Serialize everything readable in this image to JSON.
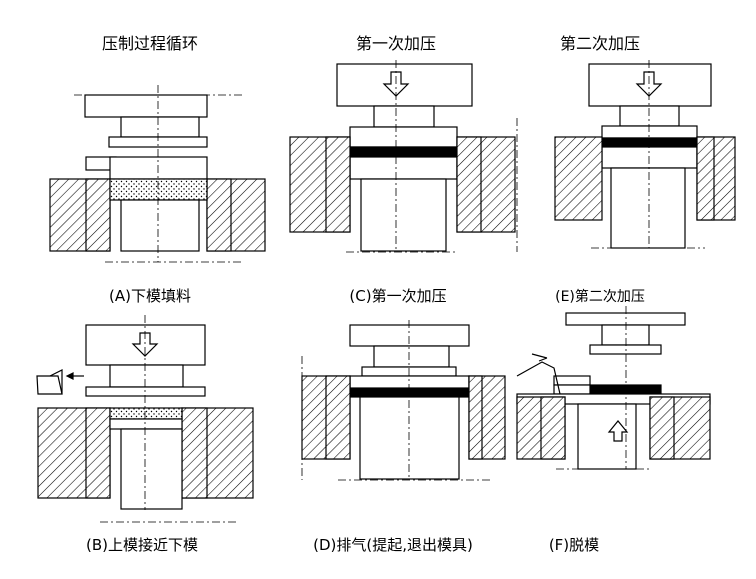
{
  "title": "压制过程循环",
  "panels": [
    {
      "id": "A",
      "caption": "(A)下模填料"
    },
    {
      "id": "B",
      "caption": "(B)上模接近下模"
    },
    {
      "id": "C",
      "title": "第一次加压",
      "caption": "(C)第一次加压"
    },
    {
      "id": "D",
      "caption": "(D)排气(提起,退出模具)"
    },
    {
      "id": "E",
      "title": "第二次加压",
      "caption": "(E)第二次加压"
    },
    {
      "id": "F",
      "caption": "(F)脱模"
    }
  ]
}
